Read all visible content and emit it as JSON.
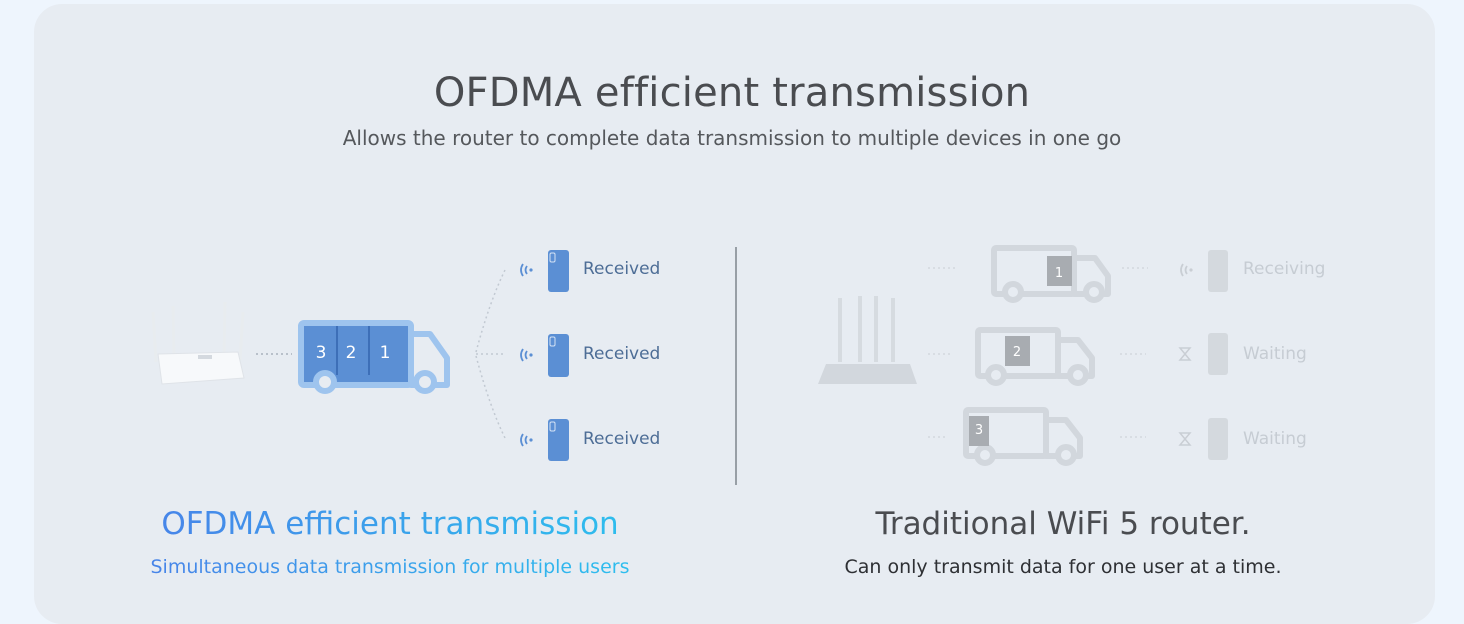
{
  "header": {
    "title": "OFDMA efficient transmission",
    "subtitle": "Allows the router to complete data transmission to multiple devices in one go"
  },
  "left_panel": {
    "truck_packets": [
      "3",
      "2",
      "1"
    ],
    "devices": [
      {
        "status": "Received",
        "icon": "wifi-signal-icon"
      },
      {
        "status": "Received",
        "icon": "wifi-signal-icon"
      },
      {
        "status": "Received",
        "icon": "wifi-signal-icon"
      }
    ],
    "caption_title": "OFDMA efficient transmission",
    "caption_subtitle": "Simultaneous data transmission for multiple users"
  },
  "right_panel": {
    "trucks": [
      {
        "packet": "1",
        "status": "Receiving",
        "icon": "wifi-signal-icon"
      },
      {
        "packet": "2",
        "status": "Waiting",
        "icon": "hourglass-icon"
      },
      {
        "packet": "3",
        "status": "Waiting",
        "icon": "hourglass-icon"
      }
    ],
    "caption_title": "Traditional WiFi 5 router.",
    "caption_subtitle": "Can only transmit data for one user at a time."
  },
  "colors": {
    "active_blue": "#5b8fd4",
    "active_label": "#4d6d96",
    "faded_gray": "#c9ced4",
    "gradient_start": "#4a7ee8",
    "gradient_end": "#2bc4ee"
  }
}
